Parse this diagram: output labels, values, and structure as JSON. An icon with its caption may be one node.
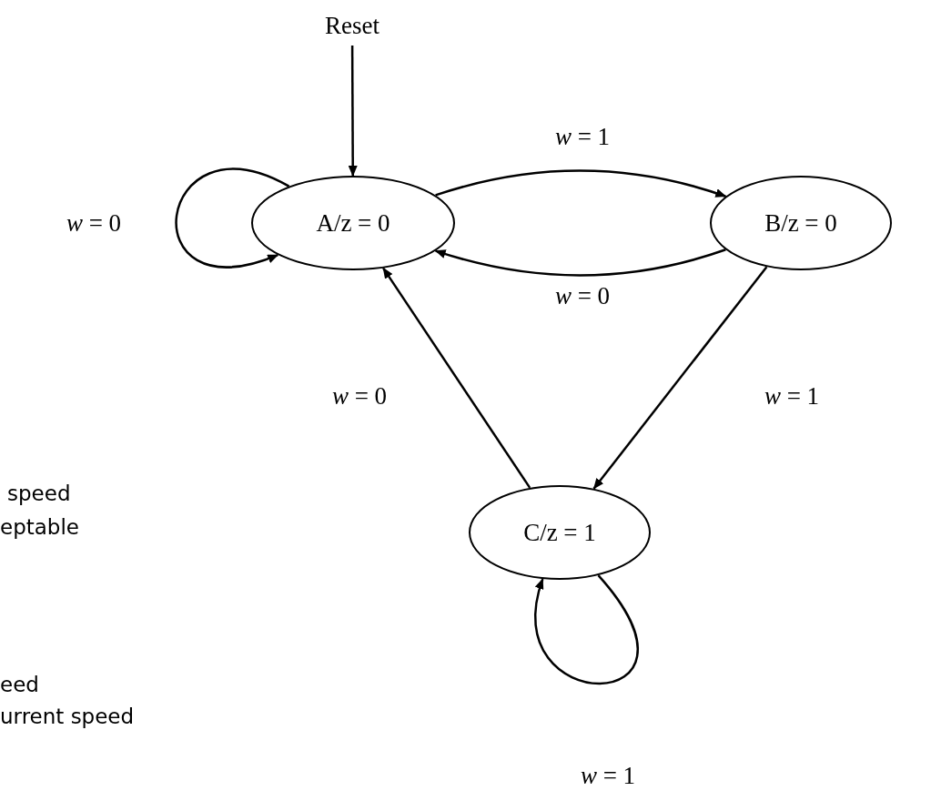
{
  "diagram": {
    "nodes": [
      {
        "text": [
          "Reset"
        ]
      },
      {
        "text": [
          "A/z = 0"
        ]
      },
      {
        "text": [
          "B/z = 0"
        ]
      },
      {
        "text": [
          "C/z = 1"
        ]
      }
    ],
    "edges": [
      {
        "from": 0,
        "to": 1,
        "arrow": "to"
      },
      {
        "from": 1,
        "to": 1,
        "arrow": "to",
        "label": "*w* = 0"
      },
      {
        "from": 1,
        "to": 2,
        "arrow": "to",
        "label": "*w* = 1"
      },
      {
        "from": 2,
        "to": 1,
        "arrow": "to",
        "label": "*w* = 0"
      },
      {
        "from": 2,
        "to": 3,
        "arrow": "to",
        "label": "*w* = 1"
      },
      {
        "from": 3,
        "to": 1,
        "arrow": "to",
        "label": "*w* = 0"
      },
      {
        "from": 3,
        "to": 3,
        "arrow": "to",
        "label": "*w* = 1"
      }
    ],
    "labels": [
      "speed",
      "eptable",
      "eed",
      "urrent speed"
    ]
  }
}
